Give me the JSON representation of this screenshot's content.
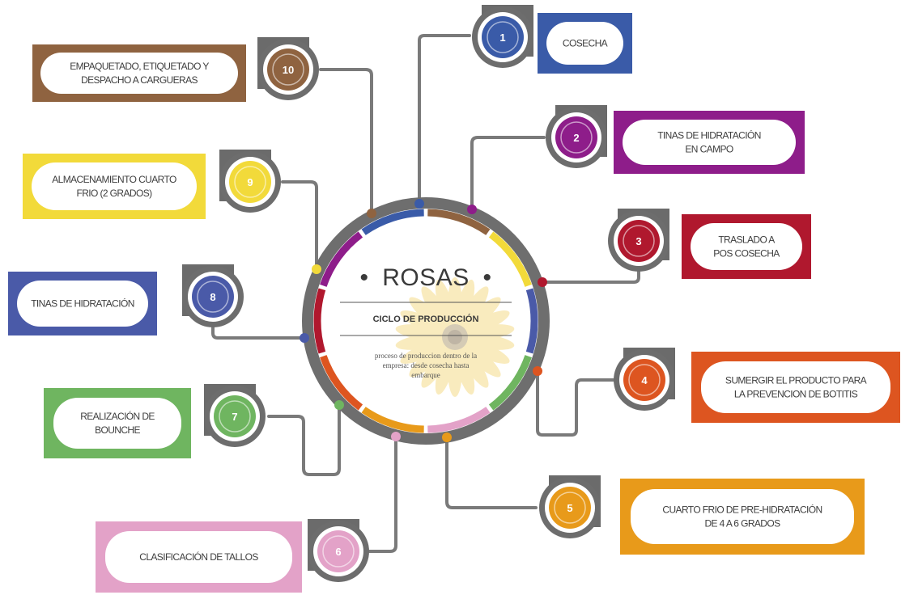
{
  "center": {
    "title": "ROSAS",
    "bullet": "•",
    "subtitle": "CICLO DE PRODUCCIÓN",
    "description_lines": [
      "proceso  de  produccion  dentro  de  la",
      "empresa:       desde    cosecha    hasta",
      "embarque"
    ]
  },
  "steps": [
    {
      "number": "1",
      "lines": [
        "COSECHA"
      ],
      "color": "#3a5ba8"
    },
    {
      "number": "2",
      "lines": [
        "TINAS DE HIDRATACIÓN",
        "EN CAMPO"
      ],
      "color": "#8e1d8a"
    },
    {
      "number": "3",
      "lines": [
        "TRASLADO A",
        "POS COSECHA"
      ],
      "color": "#b0182e"
    },
    {
      "number": "4",
      "lines": [
        "SUMERGIR EL PRODUCTO PARA",
        "LA PREVENCION DE BOTITIS"
      ],
      "color": "#dd5520"
    },
    {
      "number": "5",
      "lines": [
        "CUARTO FRIO DE PRE-HIDRATACIÓN",
        "DE 4 A 6 GRADOS"
      ],
      "color": "#e89a1a"
    },
    {
      "number": "6",
      "lines": [
        "CLASIFICACIÓN DE TALLOS"
      ],
      "color": "#e3a2c8"
    },
    {
      "number": "7",
      "lines": [
        "REALIZACIÓN DE",
        "BOUNCHE"
      ],
      "color": "#6fb560"
    },
    {
      "number": "8",
      "lines": [
        "TINAS DE HIDRATACIÓN"
      ],
      "color": "#4a5aa8"
    },
    {
      "number": "9",
      "lines": [
        "ALMACENAMIENTO CUARTO",
        "FRIO (2 GRADOS)"
      ],
      "color": "#f2da3a"
    },
    {
      "number": "10",
      "lines": [
        "EMPAQUETADO, ETIQUETADO Y",
        "DESPACHO A CARGUERAS"
      ],
      "color": "#8f6340"
    }
  ],
  "ring_colors": [
    "#8f6340",
    "#f2da3a",
    "#4a5aa8",
    "#6fb560",
    "#e3a2c8",
    "#e89a1a",
    "#dd5520",
    "#b0182e",
    "#8e1d8a",
    "#3a5ba8"
  ],
  "ring_gray": "#6e6e6e",
  "connector_color": "#7a7a7a",
  "frame_color": "#6b6b6b"
}
